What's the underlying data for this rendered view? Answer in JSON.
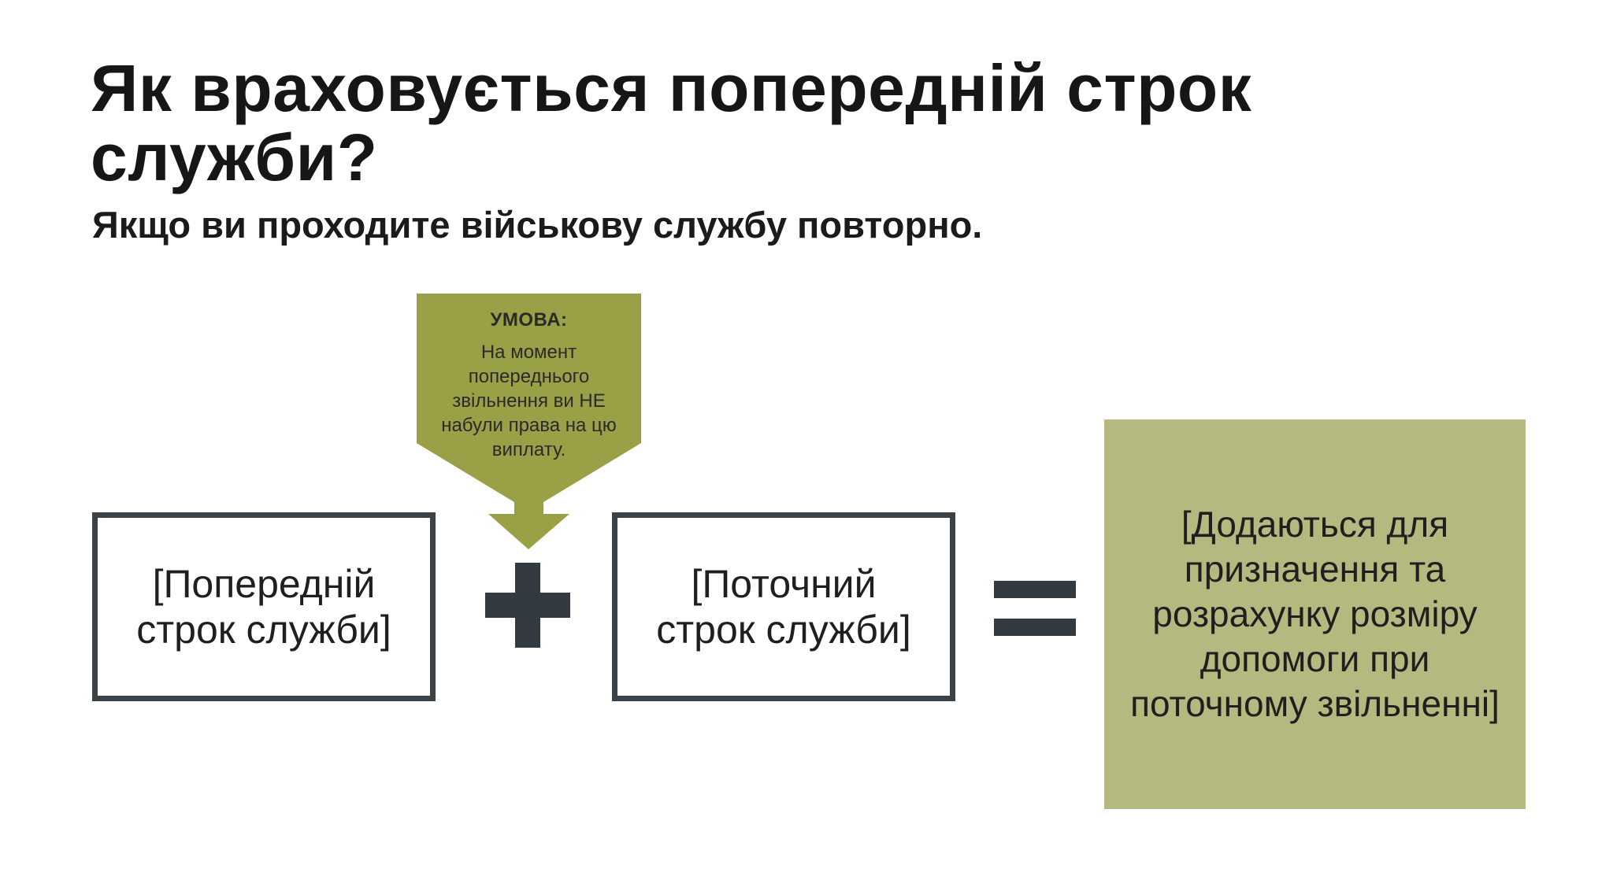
{
  "header": {
    "title": "Як враховується попередній строк служби?",
    "subtitle": "Якщо ви проходите військову службу повторно."
  },
  "diagram": {
    "previous_box": "[Попередній строк служби]",
    "current_box": "[Поточний строк служби]",
    "condition": {
      "label": "УМОВА:",
      "text": "На момент попереднього звільнення ви НЕ набули права на цю виплату."
    },
    "result_box": "[Додаються для призначення та розрахунку розміру допомоги при поточному звільненні]",
    "operators": [
      "+",
      "="
    ]
  },
  "colors": {
    "accent_olive": "#9aa045",
    "result_fill": "#b6b97f",
    "box_border": "#3c4145",
    "operator": "#333b40"
  }
}
